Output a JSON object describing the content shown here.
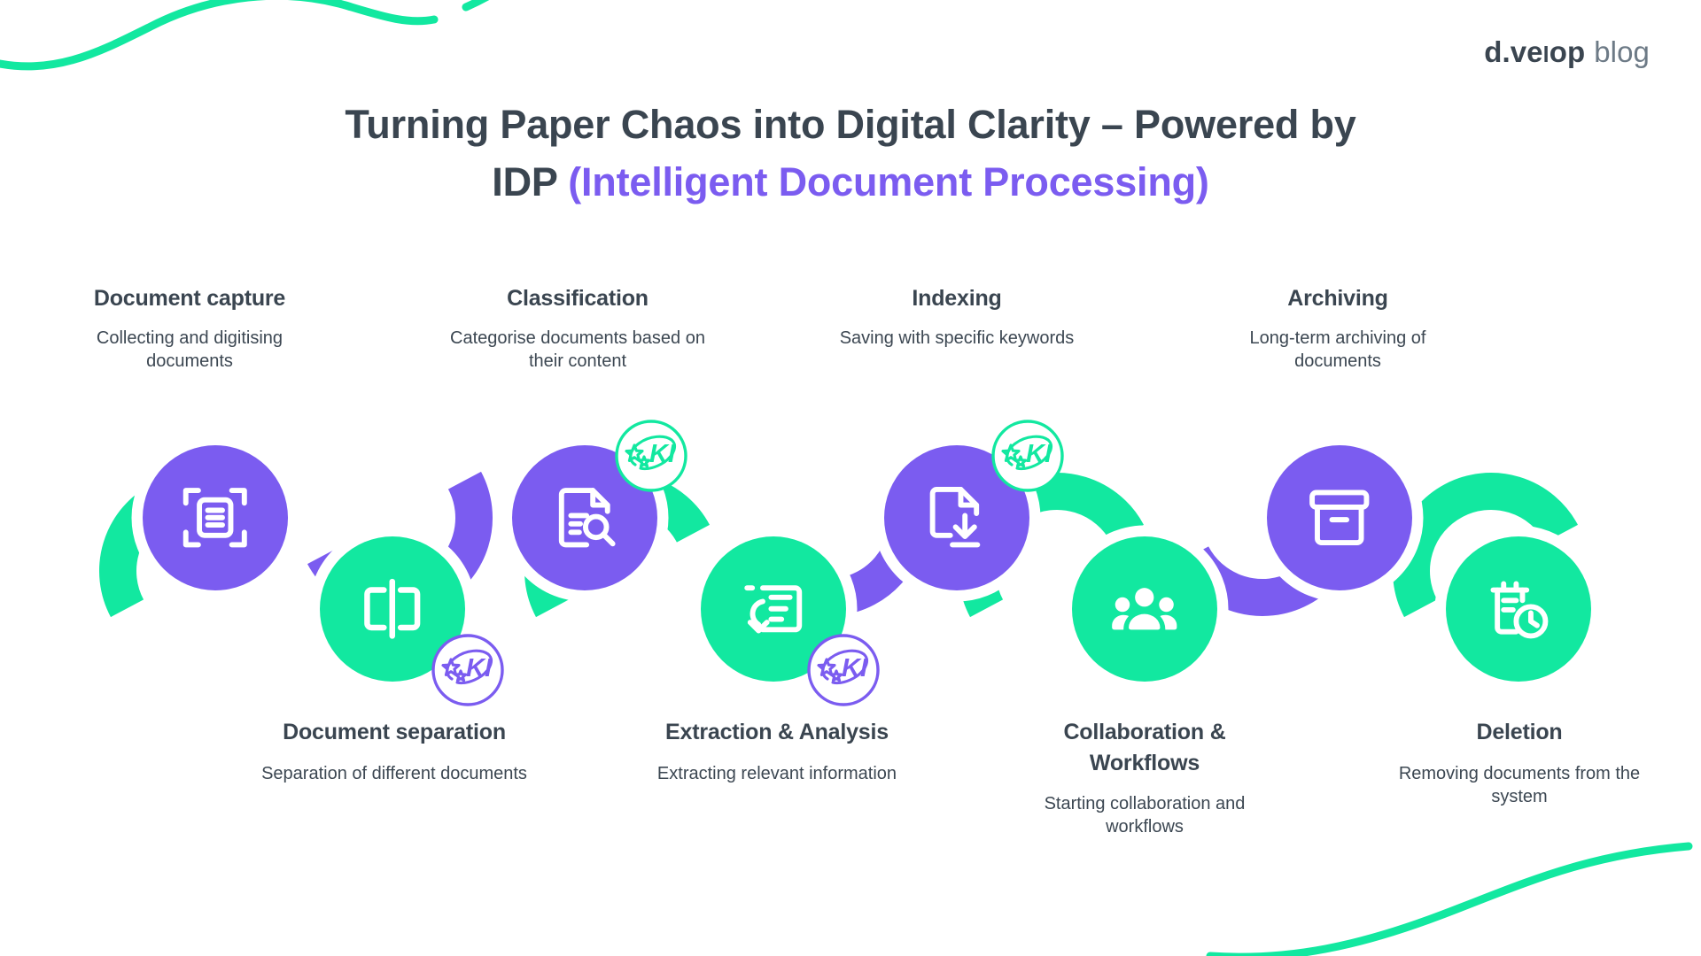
{
  "logo": {
    "brand_d": "d.ve",
    "brand_l": "L",
    "brand_op": "op",
    "suffix": "blog"
  },
  "title": {
    "line1": "Turning Paper Chaos into Digital Clarity – Powered by",
    "line2_plain": "IDP ",
    "line2_accent": "(Intelligent Document Processing)"
  },
  "colors": {
    "purple": "#7b5cf0",
    "green": "#12e8a0",
    "dark": "#3a4550",
    "white": "#ffffff"
  },
  "badge": {
    "label": "KI"
  },
  "steps": [
    {
      "title": "Document capture",
      "desc": "Collecting and digitising documents",
      "icon": "document-scan-icon",
      "color": "purple",
      "row": "top",
      "badge": false
    },
    {
      "title": "Document separation",
      "desc": "Separation of different documents",
      "icon": "document-split-icon",
      "color": "green",
      "row": "bottom",
      "badge": true
    },
    {
      "title": "Classification",
      "desc": "Categorise documents based on their content",
      "icon": "document-search-icon",
      "color": "purple",
      "row": "top",
      "badge": true
    },
    {
      "title": "Extraction & Analysis",
      "desc": "Extracting relevant information",
      "icon": "document-extract-icon",
      "color": "green",
      "row": "bottom",
      "badge": true
    },
    {
      "title": "Indexing",
      "desc": "Saving with specific keywords",
      "icon": "document-download-icon",
      "color": "purple",
      "row": "top",
      "badge": true
    },
    {
      "title": "Collaboration & Workflows",
      "desc": "Starting collaboration and workflows",
      "icon": "people-group-icon",
      "color": "green",
      "row": "bottom",
      "badge": false
    },
    {
      "title": "Archiving",
      "desc": "Long-term archiving of documents",
      "icon": "archive-box-icon",
      "color": "purple",
      "row": "top",
      "badge": false
    },
    {
      "title": "Deletion",
      "desc": "Removing documents from the system",
      "icon": "document-delete-clock-icon",
      "color": "green",
      "row": "bottom",
      "badge": false
    }
  ]
}
